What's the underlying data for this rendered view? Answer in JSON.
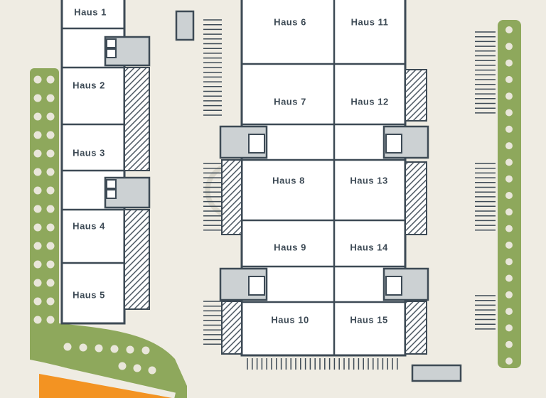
{
  "plan": {
    "houses": [
      {
        "label": "Haus 1"
      },
      {
        "label": "Haus 2"
      },
      {
        "label": "Haus 3"
      },
      {
        "label": "Haus 4"
      },
      {
        "label": "Haus 5"
      },
      {
        "label": "Haus 6"
      },
      {
        "label": "Haus 7"
      },
      {
        "label": "Haus 8"
      },
      {
        "label": "Haus 9"
      },
      {
        "label": "Haus 10"
      },
      {
        "label": "Haus 11"
      },
      {
        "label": "Haus 12"
      },
      {
        "label": "Haus 13"
      },
      {
        "label": "Haus 14"
      },
      {
        "label": "Haus 15"
      }
    ]
  },
  "colors": {
    "background": "#efece3",
    "greenery": "#8ea85c",
    "building_outline": "#3d4a55",
    "building_fill": "#ffffff",
    "paved": "#ccd1d3",
    "tree_dot": "#e9e6da",
    "accent_orange": "#f39322"
  }
}
